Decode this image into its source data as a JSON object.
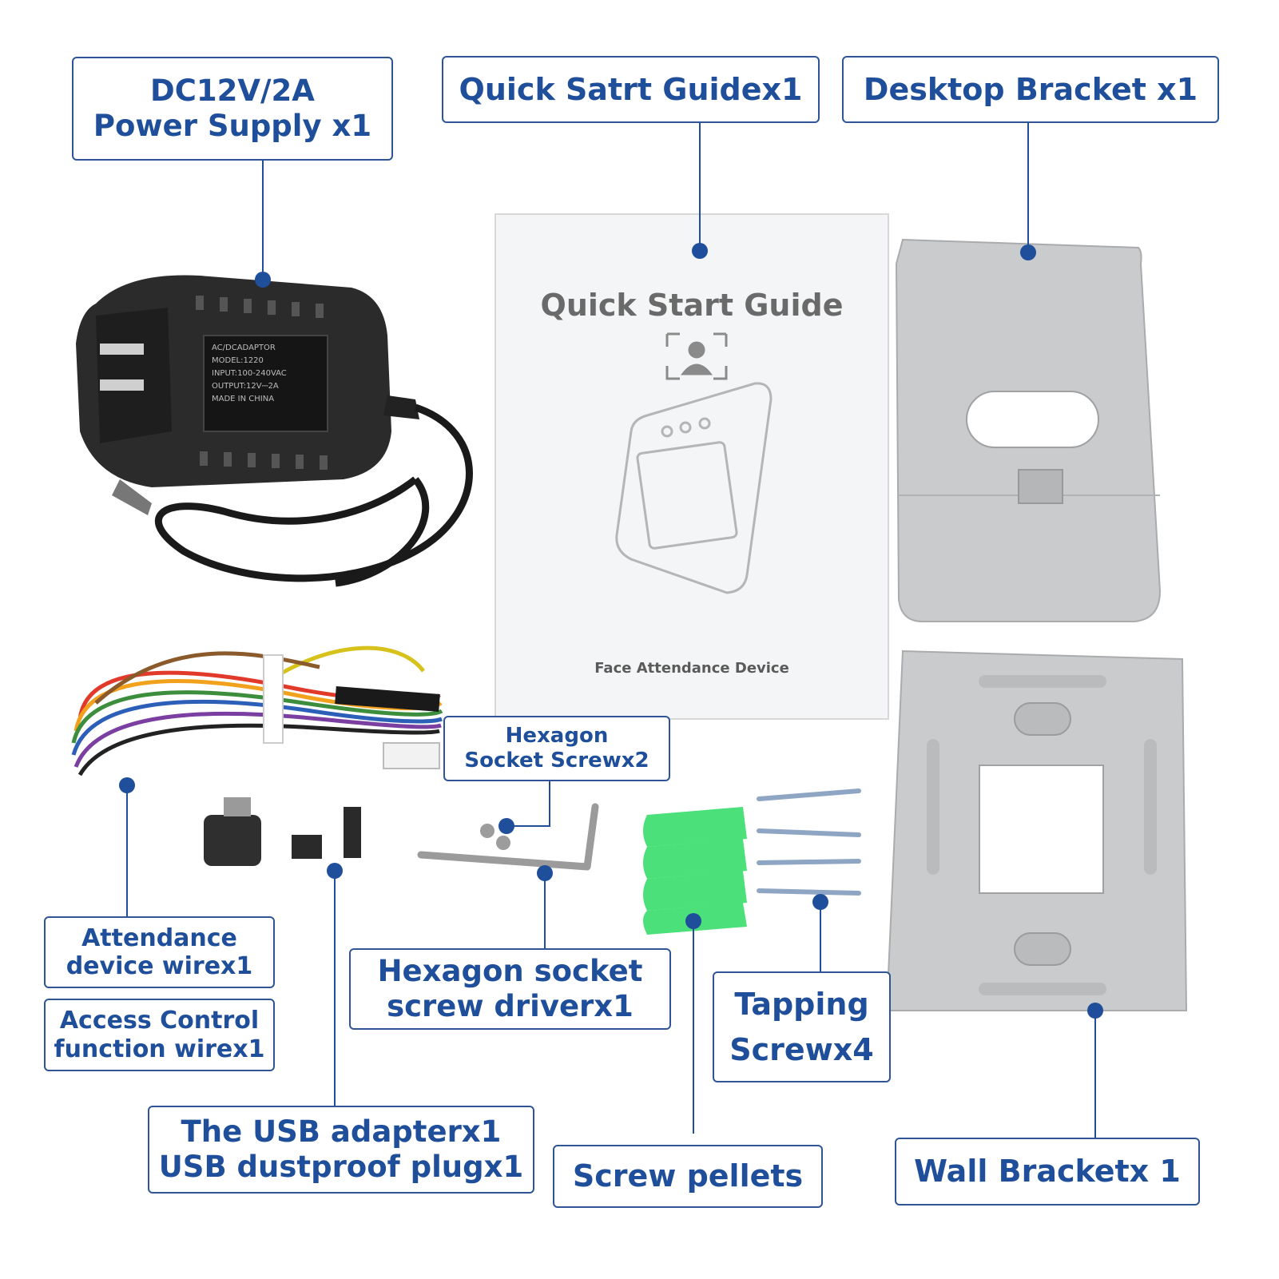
{
  "labels": {
    "power_supply": {
      "line1": "DC12V/2A",
      "line2": "Power Supply x1"
    },
    "quick_guide": "Quick Satrt Guidex1",
    "desktop_bracket": "Desktop Bracket x1",
    "hexagon_screw": {
      "line1": "Hexagon",
      "line2": "Socket Screwx2"
    },
    "attendance_wire": {
      "line1": "Attendance",
      "line2": "device wirex1"
    },
    "access_wire": {
      "line1": "Access Control",
      "line2": "function wirex1"
    },
    "hex_driver": {
      "line1": "Hexagon socket",
      "line2": "screw driverx1"
    },
    "tapping_screw": {
      "line1": "Tapping",
      "line2": "Screwx4"
    },
    "usb": {
      "line1": "The USB adapterx1",
      "line2": "USB dustproof plugx1"
    },
    "screw_pellets": "Screw pellets",
    "wall_bracket": "Wall Bracketx 1"
  },
  "booklet": {
    "title": "Quick Start Guide",
    "subtitle": "Face Attendance Device"
  },
  "adapter_sticker": [
    "AC/DCADAPTOR",
    "MODEL:1220",
    "INPUT:100-240VAC",
    "OUTPUT:12V⎓2A",
    "MADE IN CHINA"
  ],
  "colors": {
    "label_text": "#1f4e9a",
    "label_border": "#2f5597",
    "leader": "#1f4e9a",
    "pellet_green": "#4be07a",
    "bracket_gray": "#c9cbcd",
    "adapter_black": "#2b2b2b"
  }
}
